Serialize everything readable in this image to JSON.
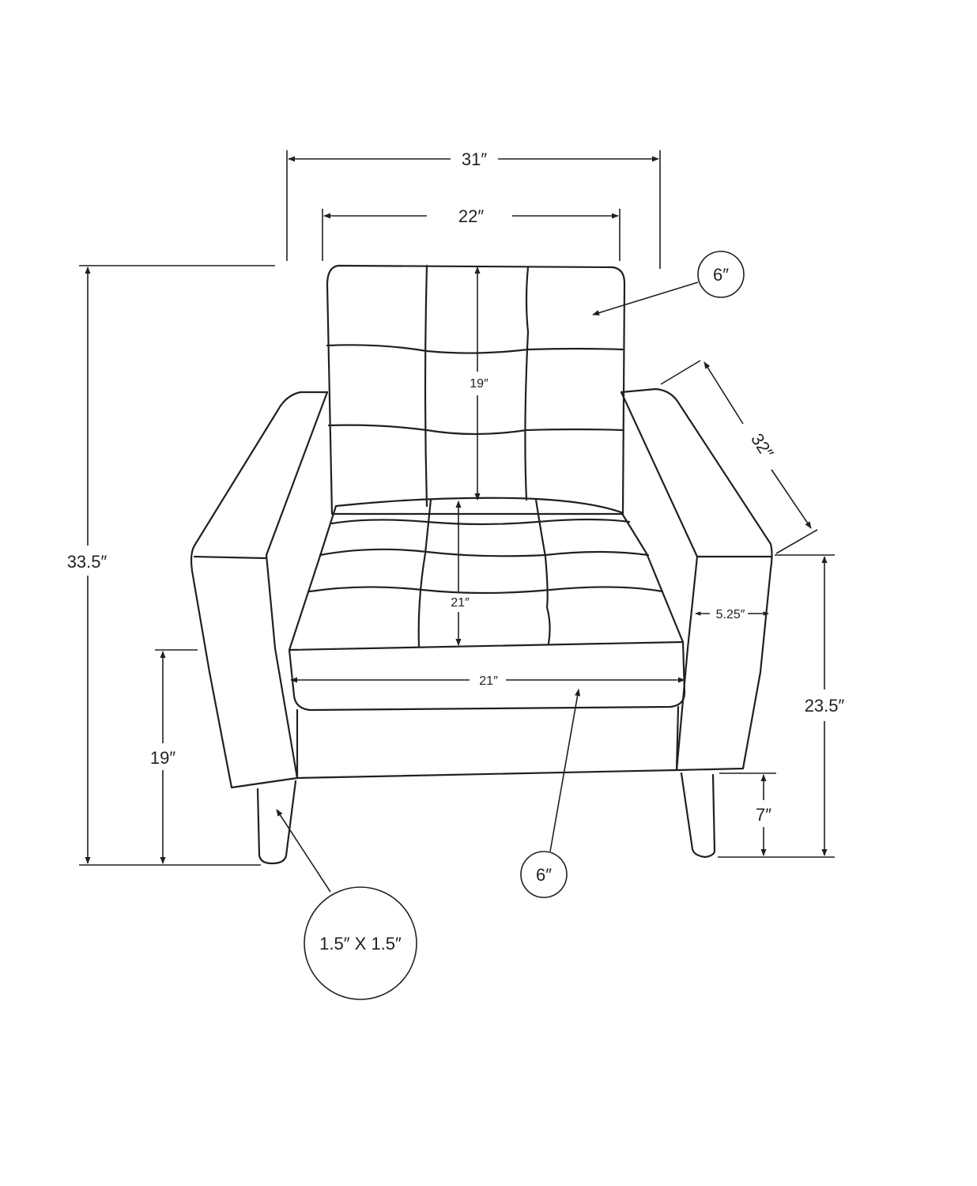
{
  "dimensions": {
    "overall_width": "31″",
    "back_width": "22″",
    "back_height": "19″",
    "back_thickness": "6″",
    "arm_length": "32″",
    "overall_height": "33.5″",
    "seat_depth": "21″",
    "arm_width": "5.25″",
    "seat_width": "21″",
    "arm_height": "23.5″",
    "seat_height": "19″",
    "leg_height": "7″",
    "cushion_thickness": "6″",
    "leg_size": "1.5″ X 1.5″"
  },
  "colors": {
    "ink": "#231f20",
    "background": "#ffffff"
  }
}
